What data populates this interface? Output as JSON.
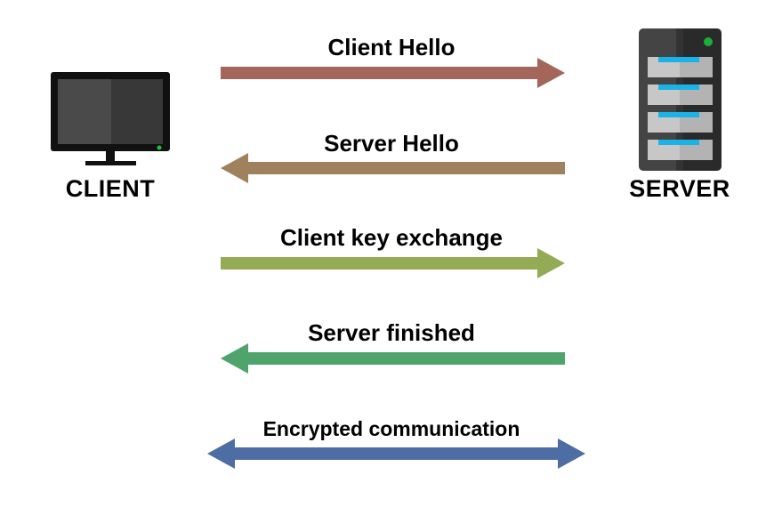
{
  "client": {
    "label": "CLIENT",
    "icon": "monitor-icon"
  },
  "server": {
    "label": "SERVER",
    "icon": "server-rack-icon"
  },
  "messages": [
    {
      "label": "Client Hello",
      "direction": "right",
      "color": "#a4655a"
    },
    {
      "label": "Server Hello",
      "direction": "left",
      "color": "#a0815d"
    },
    {
      "label": "Client key exchange",
      "direction": "right",
      "color": "#93ab55"
    },
    {
      "label": "Server finished",
      "direction": "left",
      "color": "#4fa46c"
    },
    {
      "label": "Encrypted communication",
      "direction": "both",
      "color": "#4e6da5"
    }
  ]
}
